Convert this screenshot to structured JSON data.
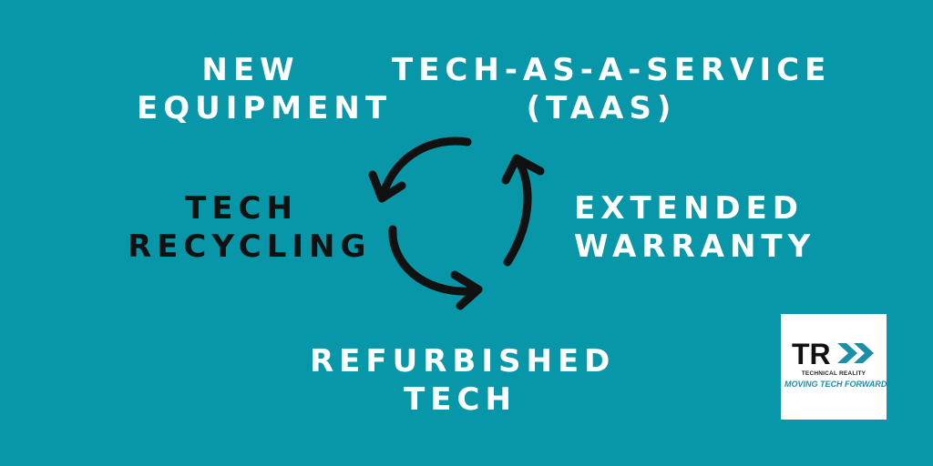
{
  "labels": {
    "new_equipment": [
      "NEW",
      "EQUIPMENT"
    ],
    "taas": [
      "TECH-AS-A-SERVICE",
      "(TAAS)"
    ],
    "recycling": [
      "TECH",
      "RECYCLING"
    ],
    "warranty": [
      "EXTENDED",
      "WARRANTY"
    ],
    "refurbished": [
      "REFURBISHED",
      "TECH"
    ]
  },
  "logo": {
    "letters": "TR",
    "name": "TECHNICAL REALITY",
    "tagline": "MOVING TECH FORWARD"
  },
  "colors": {
    "background": "#0897a8",
    "text_light": "#ffffff",
    "text_dark": "#111111",
    "logo_accent": "#1a8fa8"
  },
  "icons": [
    "cycle-arrows-icon",
    "chevrons-icon"
  ]
}
